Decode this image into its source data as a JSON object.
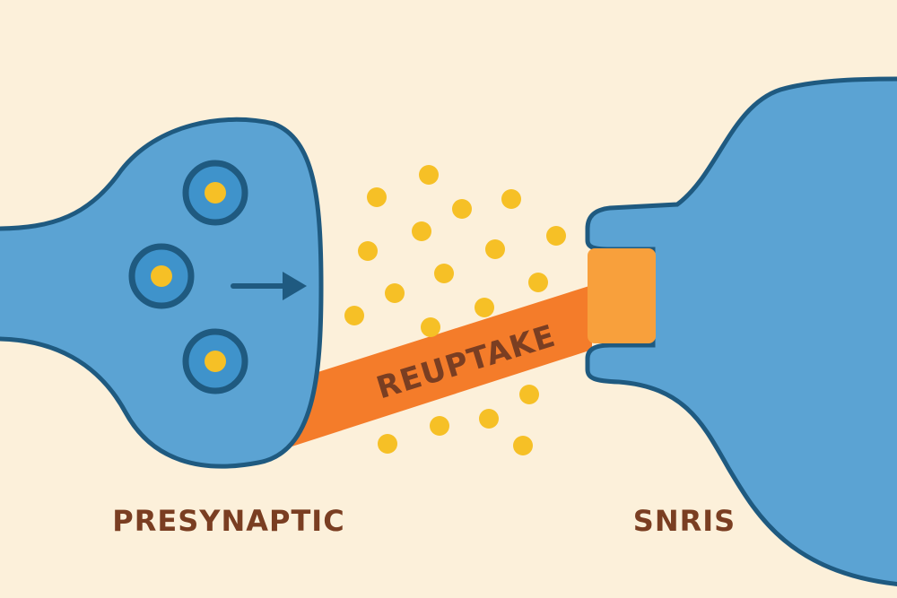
{
  "labels": {
    "presynaptic": "PRESYNAPTIC",
    "snris": "SNRIS",
    "reuptake": "REUPTAKE"
  },
  "colors": {
    "background": "#fcf0da",
    "neuron_fill": "#5ba3d3",
    "outline": "#1f5a80",
    "vesicle_fill": "#3f93cb",
    "neurotransmitter": "#f6c026",
    "reuptake_band": "#f47c2a",
    "receptor": "#f8a03c",
    "label_text": "#7a3e22"
  }
}
